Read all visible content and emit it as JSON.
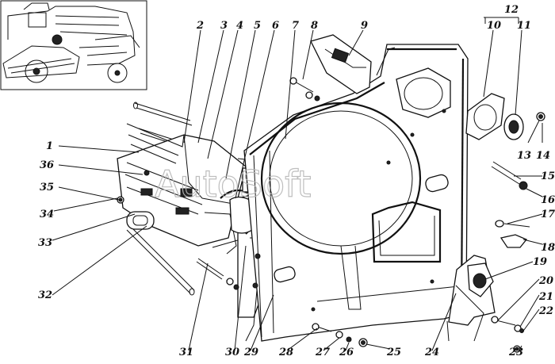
{
  "callouts": [
    "1",
    "2",
    "3",
    "4",
    "5",
    "6",
    "7",
    "8",
    "9",
    "10",
    "11",
    "12",
    "13",
    "14",
    "15",
    "16",
    "17",
    "18",
    "19",
    "20",
    "21",
    "22",
    "23",
    "24",
    "25",
    "26",
    "27",
    "28",
    "29",
    "30",
    "31",
    "32",
    "33",
    "34",
    "35",
    "36"
  ],
  "watermark": "AutoSoft",
  "group_label": "12",
  "icons": {
    "inset": "combine-harvester-thumbnail-icon"
  }
}
